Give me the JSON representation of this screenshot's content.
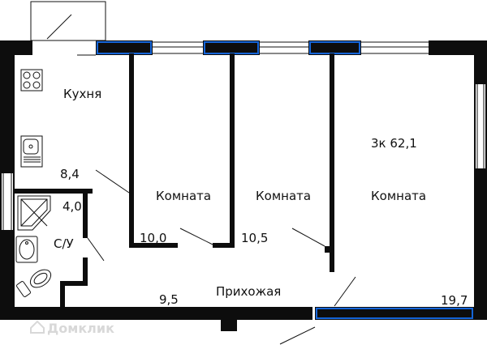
{
  "summary": {
    "label": "3к 62,1"
  },
  "rooms": [
    {
      "id": "kitchen",
      "name": "Кухня",
      "area": "8,4"
    },
    {
      "id": "bathroom",
      "name": "С/У",
      "area": "4,0"
    },
    {
      "id": "room1",
      "name": "Комната",
      "area": "10,0"
    },
    {
      "id": "room2",
      "name": "Комната",
      "area": "10,5"
    },
    {
      "id": "room3",
      "name": "Комната",
      "area": "19,7"
    },
    {
      "id": "hall",
      "name": "Прихожая",
      "area": "9,5"
    }
  ],
  "watermark": {
    "text": "Домклик"
  },
  "colors": {
    "wall": "#0d0d0d",
    "wall_outline": "#1565d8",
    "line": "#111111"
  }
}
